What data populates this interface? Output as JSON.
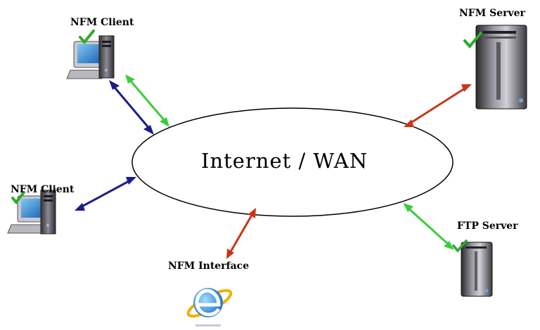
{
  "diagram": {
    "network_label": "Internet / WAN",
    "nodes": [
      {
        "id": "client_top",
        "label": "NFM Client",
        "type": "client",
        "check": true
      },
      {
        "id": "server",
        "label": "NFM Server",
        "type": "server",
        "check": true
      },
      {
        "id": "client_left",
        "label": "NFM Client",
        "type": "client",
        "check": true
      },
      {
        "id": "ftp",
        "label": "FTP Server",
        "type": "server",
        "check": true
      },
      {
        "id": "interface",
        "label": "NFM Interface",
        "type": "browser",
        "check": false
      }
    ],
    "connections": [
      {
        "from": "client_top",
        "to": "network",
        "color": "#1c1c8c"
      },
      {
        "from": "client_top",
        "to": "network",
        "color": "#3ccc3c"
      },
      {
        "from": "server",
        "to": "network",
        "color": "#c8361a"
      },
      {
        "from": "client_left",
        "to": "network",
        "color": "#1c1c8c"
      },
      {
        "from": "interface",
        "to": "network",
        "color": "#c8361a"
      },
      {
        "from": "ftp",
        "to": "network",
        "color": "#3ccc3c"
      }
    ]
  }
}
